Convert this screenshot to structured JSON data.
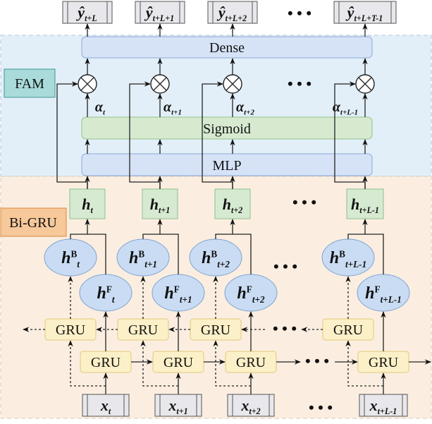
{
  "regions": {
    "fam": {
      "label": "FAM",
      "bg": "#e3eff8",
      "label_bg": "#a8dbd9",
      "label_border": "#3b9a9a"
    },
    "bigru": {
      "label": "Bi-GRU",
      "bg": "#fbeee0",
      "label_bg": "#f6c89a",
      "label_border": "#d9893e"
    }
  },
  "outputs": [
    {
      "base": "ŷ",
      "sub": "t+L"
    },
    {
      "base": "ŷ",
      "sub": "t+L+1"
    },
    {
      "base": "ŷ",
      "sub": "t+L+2"
    },
    {
      "base": "ŷ",
      "sub": "t+L+T-1"
    }
  ],
  "layers": {
    "dense": "Dense",
    "sigmoid": "Sigmoid",
    "mlp": "MLP",
    "gru": "GRU"
  },
  "alphas": [
    {
      "base": "α",
      "sub": "t"
    },
    {
      "base": "α",
      "sub": "t+1"
    },
    {
      "base": "α",
      "sub": "t+2"
    },
    {
      "base": "α",
      "sub": "t+L-1"
    }
  ],
  "hidden": [
    {
      "base": "h",
      "sub": "t"
    },
    {
      "base": "h",
      "sub": "t+1"
    },
    {
      "base": "h",
      "sub": "t+2"
    },
    {
      "base": "h",
      "sub": "t+L-1"
    }
  ],
  "backward_states": [
    {
      "base": "h",
      "sup": "B",
      "sub": "t"
    },
    {
      "base": "h",
      "sup": "B",
      "sub": "t+1"
    },
    {
      "base": "h",
      "sup": "B",
      "sub": "t+2"
    },
    {
      "base": "h",
      "sup": "B",
      "sub": "t+L-1"
    }
  ],
  "forward_states": [
    {
      "base": "h",
      "sup": "F",
      "sub": "t"
    },
    {
      "base": "h",
      "sup": "F",
      "sub": "t+1"
    },
    {
      "base": "h",
      "sup": "F",
      "sub": "t+2"
    },
    {
      "base": "h",
      "sup": "F",
      "sub": "t+L-1"
    }
  ],
  "inputs": [
    {
      "base": "x",
      "sub": "t"
    },
    {
      "base": "x",
      "sub": "t+1"
    },
    {
      "base": "x",
      "sub": "t+2"
    },
    {
      "base": "x",
      "sub": "t+L-1"
    }
  ],
  "ellipsis": "• • •",
  "colors": {
    "dense_fill": "#d6e3f7",
    "dense_stroke": "#8ea9d8",
    "sigmoid_fill": "#d7ead0",
    "sigmoid_stroke": "#93c08a",
    "hbox_fill": "#d6ead2",
    "hbox_stroke": "#8fbf88",
    "ellipse_fill": "#c9dcf3",
    "ellipse_stroke": "#7fa2d2",
    "gru_fill": "#fbf0c8",
    "gru_stroke": "#e0c97a",
    "io_fill": "#e8e8ec",
    "io_stroke": "#555555"
  }
}
